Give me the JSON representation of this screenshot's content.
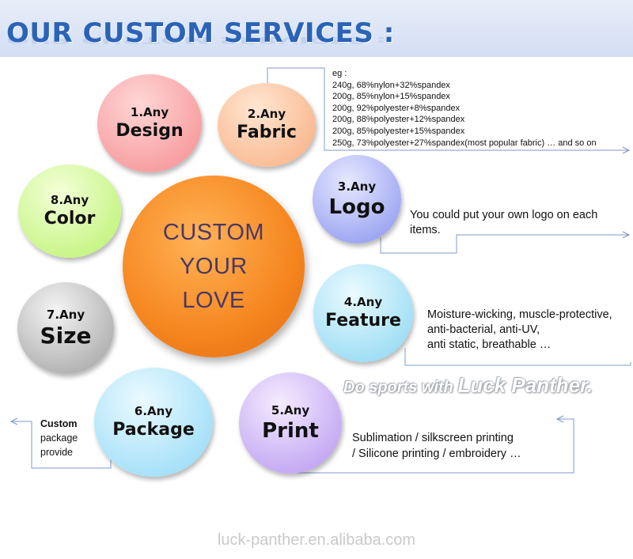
{
  "header": {
    "title": "OUR CUSTOM SERVICES :"
  },
  "center": {
    "lines": [
      "CUSTOM",
      "YOUR",
      "LOVE"
    ]
  },
  "bubbles": {
    "design": {
      "num": "1.Any",
      "word": "Design"
    },
    "fabric": {
      "num": "2.Any",
      "word": "Fabric"
    },
    "logo": {
      "num": "3.Any",
      "word": "Logo"
    },
    "feature": {
      "num": "4.Any",
      "word": "Feature"
    },
    "print": {
      "num": "5.Any",
      "word": "Print"
    },
    "package": {
      "num": "6.Any",
      "word": "Package"
    },
    "size": {
      "num": "7.Any",
      "word": "Size"
    },
    "color": {
      "num": "8.Any",
      "word": "Color"
    }
  },
  "fabric_desc": [
    "eg :",
    "240g, 68%nylon+32%spandex",
    "200g, 85%nylon+15%spandex",
    "200g, 92%polyester+8%spandex",
    "200g, 88%polyester+12%spandex",
    "200g, 85%polyester+15%spandex",
    "250g, 73%polyester+27%spandex(most popular fabric) … and so on"
  ],
  "logo_desc": "You could put your own logo on each items.",
  "feature_desc": [
    "Moisture-wicking, muscle-protective,",
    "anti-bacterial, anti-UV,",
    "anti static, breathable …"
  ],
  "print_desc": [
    "Sublimation / silkscreen printing",
    "/ Silicone printing / embroidery …"
  ],
  "package_desc": [
    "Custom",
    "package",
    "provide"
  ],
  "slogan": {
    "part1": "Do sports with ",
    "part2": "Luck Panther."
  },
  "footer": "luck-panther.en.alibaba.com",
  "colors": {
    "title": "#2a63b8",
    "center": "#f6861f",
    "connector": "#7d9bc9"
  }
}
